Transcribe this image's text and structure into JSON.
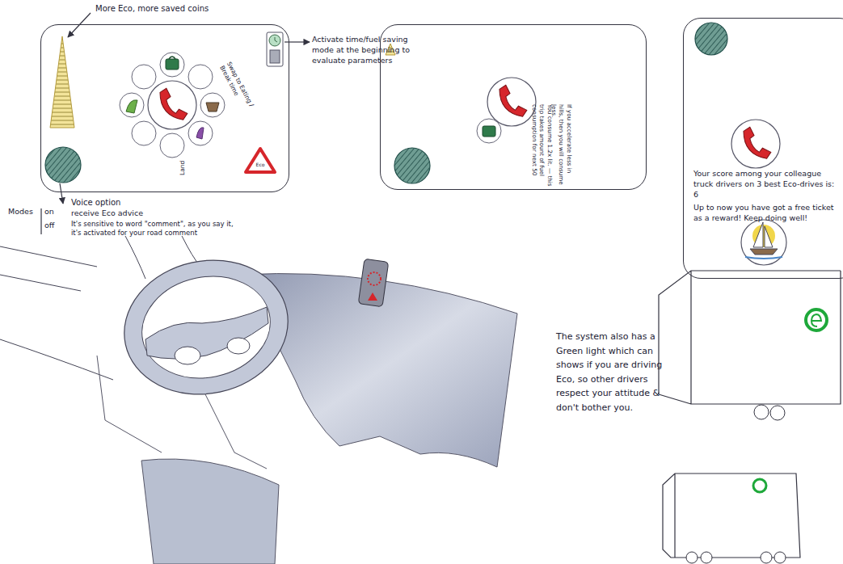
{
  "diagram": {
    "nodes": [
      {
        "text": [
          "Swap to Eating / Break time",
          "Land"
        ]
      },
      {
        "text": [
          "You consume 1.2x lit. — this trip takes amount of fuel consumption for next 50",
          "If you accelerate less in hills, then you will consume less."
        ]
      },
      {
        "text": [
          "Your score among your colleague truck drivers on 3 best Eco-drives is: 6",
          "Up to now you have got a free ticket as a reward! Keep doing well!"
        ]
      }
    ],
    "labels": [
      "More Eco, more saved coins",
      "Activate time/fuel saving mode at the beginning to evaluate parameters",
      "Eco",
      "Voice option",
      "Modes",
      "on",
      "off",
      "receive Eco advice",
      "It's sensitive to word \"comment\", as you say it, it's activated for your road comment",
      "The system also has a Green light which can shows if you are driving Eco, so other drivers respect your attitude & don't bother you."
    ]
  }
}
